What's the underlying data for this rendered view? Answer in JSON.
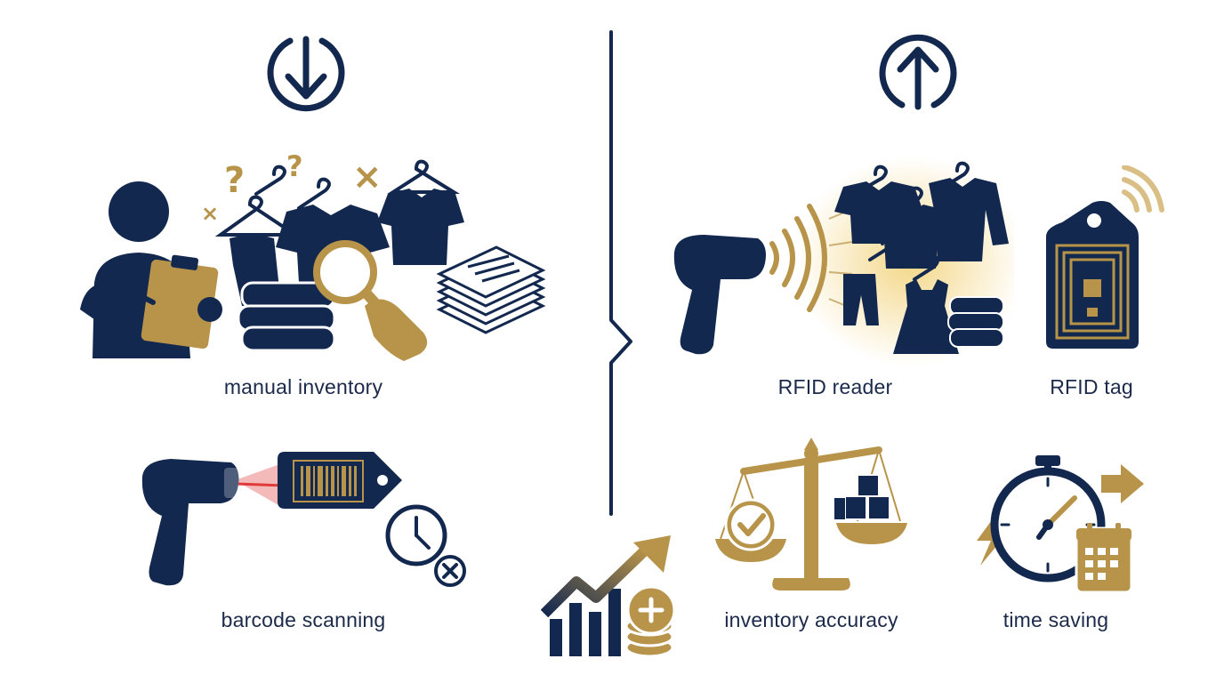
{
  "colors": {
    "navy": "#13284f",
    "gold": "#b8944a",
    "red": "#e03a3a",
    "background": "#ffffff"
  },
  "left_panel": {
    "direction_icon": "arrow-down-circle-icon",
    "items": [
      {
        "label": "manual inventory",
        "icon": "manual-inventory-icon"
      },
      {
        "label": "barcode scanning",
        "icon": "barcode-scanner-icon"
      }
    ]
  },
  "right_panel": {
    "direction_icon": "arrow-up-circle-icon",
    "items": [
      {
        "label": "RFID reader",
        "icon": "rfid-reader-icon"
      },
      {
        "label": "RFID tag",
        "icon": "rfid-tag-icon"
      },
      {
        "label": "inventory accuracy",
        "icon": "balance-scale-icon"
      },
      {
        "label": "time saving",
        "icon": "stopwatch-icon"
      }
    ]
  },
  "center": {
    "divider_icon": "divider-line",
    "growth_icon": "growth-chart-coins-icon"
  }
}
